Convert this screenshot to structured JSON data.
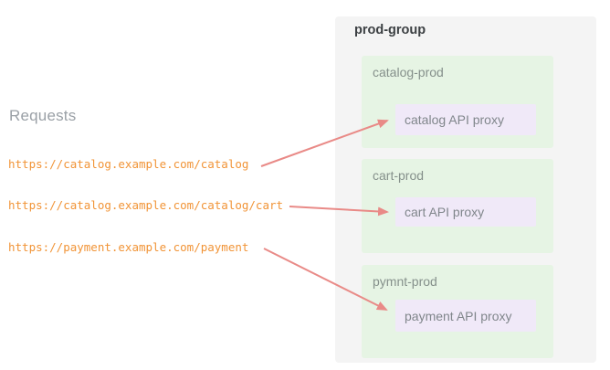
{
  "left": {
    "heading": "Requests",
    "urls": [
      "https://catalog.example.com/catalog",
      "https://catalog.example.com/catalog/cart",
      "https://payment.example.com/payment"
    ]
  },
  "group": {
    "title": "prod-group",
    "environments": [
      {
        "name": "catalog-prod",
        "proxy": "catalog API proxy"
      },
      {
        "name": "cart-prod",
        "proxy": "cart API proxy"
      },
      {
        "name": "pymnt-prod",
        "proxy": "payment API proxy"
      }
    ]
  },
  "colors": {
    "url_text": "#f19437",
    "arrow": "#e98a87",
    "group_bg": "#f4f4f4",
    "env_bg": "#e6f4e4",
    "proxy_bg": "#f0e9f8",
    "heading_text": "#9aa0a6",
    "label_text": "#80868b",
    "group_title_text": "#3c4043"
  }
}
